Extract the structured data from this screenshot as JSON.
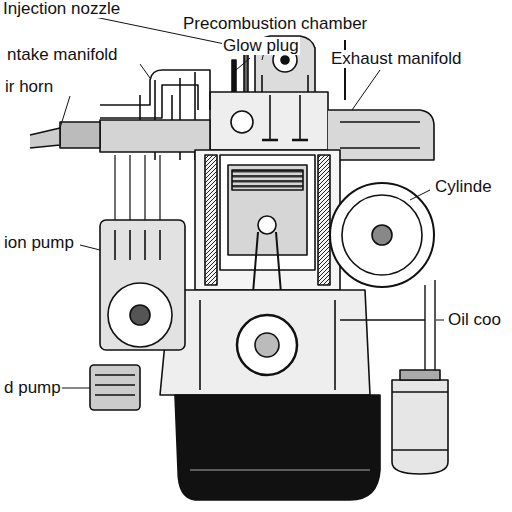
{
  "diagram": {
    "labels": [
      "Injection nozzle",
      "Precombustion chamber",
      "Glow plug",
      "ntake manifold",
      "Exhaust manifold",
      "ir horn",
      "Cylinde",
      "ion pump",
      "Oil coo",
      "d pump"
    ]
  }
}
